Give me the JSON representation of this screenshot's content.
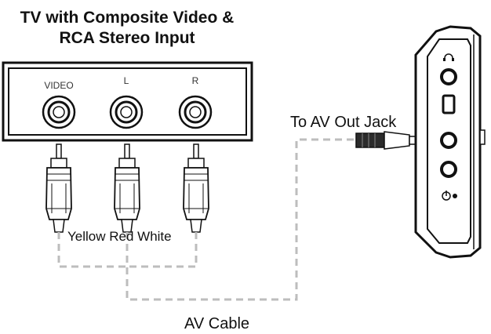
{
  "title": {
    "line1": "TV with Composite Video &",
    "line2": "RCA Stereo Input"
  },
  "tv_panel": {
    "jacks": [
      {
        "label": "VIDEO"
      },
      {
        "label": "L"
      },
      {
        "label": "R"
      }
    ]
  },
  "plug_colors_label": "Yellow Red White",
  "av_out_label": "To AV Out Jack",
  "cable_label": "AV Cable"
}
